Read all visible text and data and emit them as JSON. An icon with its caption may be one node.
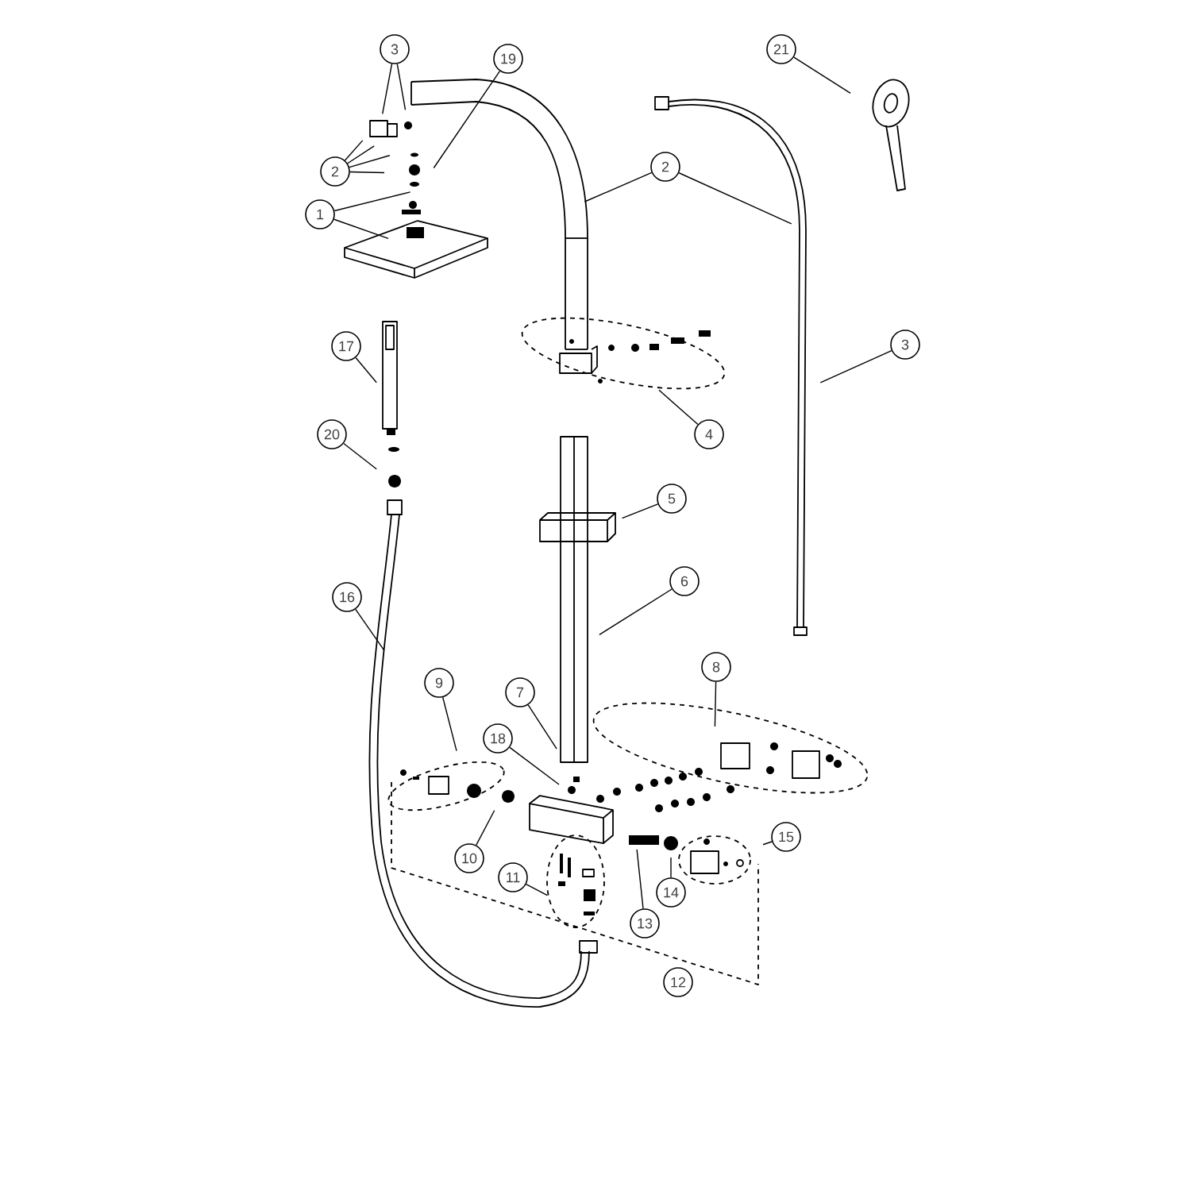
{
  "diagram": {
    "nodes": [
      {
        "text": [
          "3"
        ]
      },
      {
        "text": [
          "19"
        ]
      },
      {
        "text": [
          "21"
        ]
      },
      {
        "text": [
          "2"
        ]
      },
      {
        "text": [
          "2"
        ]
      },
      {
        "text": [
          "1"
        ]
      },
      {
        "text": [
          "17"
        ]
      },
      {
        "text": [
          "3"
        ]
      },
      {
        "text": [
          "4"
        ]
      },
      {
        "text": [
          "20"
        ]
      },
      {
        "text": [
          "5"
        ]
      },
      {
        "text": [
          "16"
        ]
      },
      {
        "text": [
          "6"
        ]
      },
      {
        "text": [
          "8"
        ]
      },
      {
        "text": [
          "9"
        ]
      },
      {
        "text": [
          "7"
        ]
      },
      {
        "text": [
          "18"
        ]
      },
      {
        "text": [
          "15"
        ]
      },
      {
        "text": [
          "10"
        ]
      },
      {
        "text": [
          "11"
        ]
      },
      {
        "text": [
          "14"
        ]
      },
      {
        "text": [
          "13"
        ]
      },
      {
        "text": [
          "12"
        ]
      }
    ],
    "edges": [
      {
        "from": 0,
        "to": null,
        "arrow": "none"
      },
      {
        "from": 0,
        "to": null,
        "arrow": "none"
      },
      {
        "from": 1,
        "to": null,
        "arrow": "none"
      },
      {
        "from": 2,
        "to": null,
        "arrow": "none"
      },
      {
        "from": 3,
        "to": null,
        "arrow": "none"
      },
      {
        "from": 3,
        "to": null,
        "arrow": "none"
      },
      {
        "from": 3,
        "to": null,
        "arrow": "none"
      },
      {
        "from": 3,
        "to": null,
        "arrow": "none"
      },
      {
        "from": 4,
        "to": null,
        "arrow": "none"
      },
      {
        "from": 4,
        "to": null,
        "arrow": "none"
      },
      {
        "from": 5,
        "to": null,
        "arrow": "none"
      },
      {
        "from": 5,
        "to": null,
        "arrow": "none"
      },
      {
        "from": 6,
        "to": null,
        "arrow": "none"
      },
      {
        "from": 7,
        "to": null,
        "arrow": "none"
      },
      {
        "from": 8,
        "to": null,
        "arrow": "none"
      },
      {
        "from": 9,
        "to": null,
        "arrow": "none"
      },
      {
        "from": 10,
        "to": null,
        "arrow": "none"
      },
      {
        "from": 11,
        "to": null,
        "arrow": "none"
      },
      {
        "from": 12,
        "to": null,
        "arrow": "none"
      },
      {
        "from": 13,
        "to": null,
        "arrow": "none"
      },
      {
        "from": 14,
        "to": null,
        "arrow": "none"
      },
      {
        "from": 15,
        "to": null,
        "arrow": "none"
      },
      {
        "from": 16,
        "to": null,
        "arrow": "none"
      },
      {
        "from": 17,
        "to": null,
        "arrow": "none"
      },
      {
        "from": 18,
        "to": null,
        "arrow": "none"
      },
      {
        "from": 19,
        "to": null,
        "arrow": "none"
      },
      {
        "from": 20,
        "to": null,
        "arrow": "none"
      },
      {
        "from": 21,
        "to": null,
        "arrow": "none"
      }
    ]
  }
}
